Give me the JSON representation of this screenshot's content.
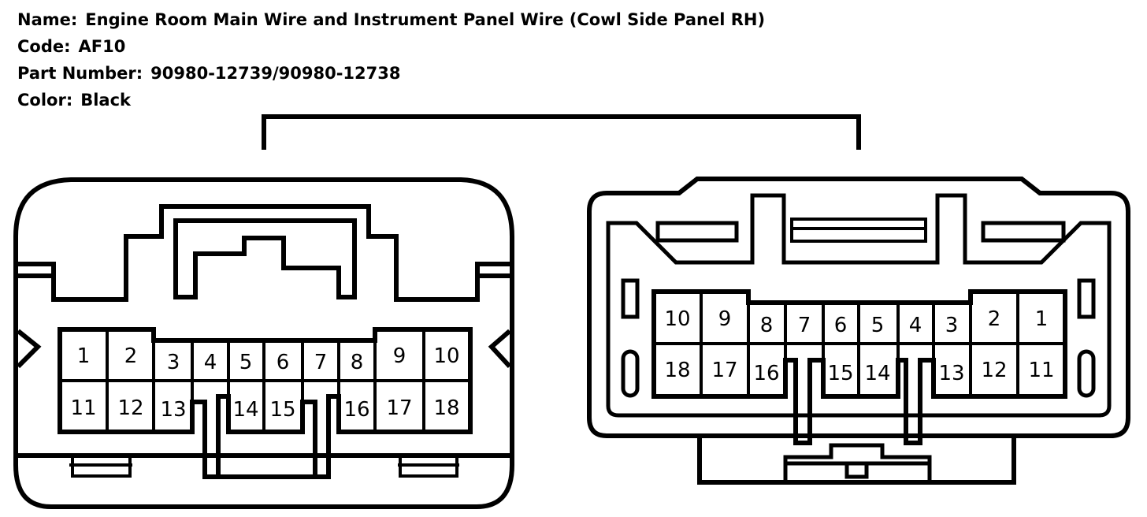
{
  "connector_info": {
    "name_label": "Name:",
    "name_value": "Engine Room Main Wire and Instrument Panel Wire (Cowl Side Panel RH)",
    "code_label": "Code:",
    "code_value": "AF10",
    "part_label": "Part Number:",
    "part_value": "90980-12739/90980-12738",
    "color_label": "Color:",
    "color_value": "Black"
  },
  "left_connector": {
    "pins": [
      "1",
      "2",
      "3",
      "4",
      "5",
      "6",
      "7",
      "8",
      "9",
      "10",
      "11",
      "12",
      "13",
      "14",
      "15",
      "16",
      "17",
      "18"
    ]
  },
  "right_connector": {
    "pins": [
      "10",
      "9",
      "8",
      "7",
      "6",
      "5",
      "4",
      "3",
      "2",
      "1",
      "18",
      "17",
      "16",
      "15",
      "14",
      "13",
      "12",
      "11"
    ]
  }
}
